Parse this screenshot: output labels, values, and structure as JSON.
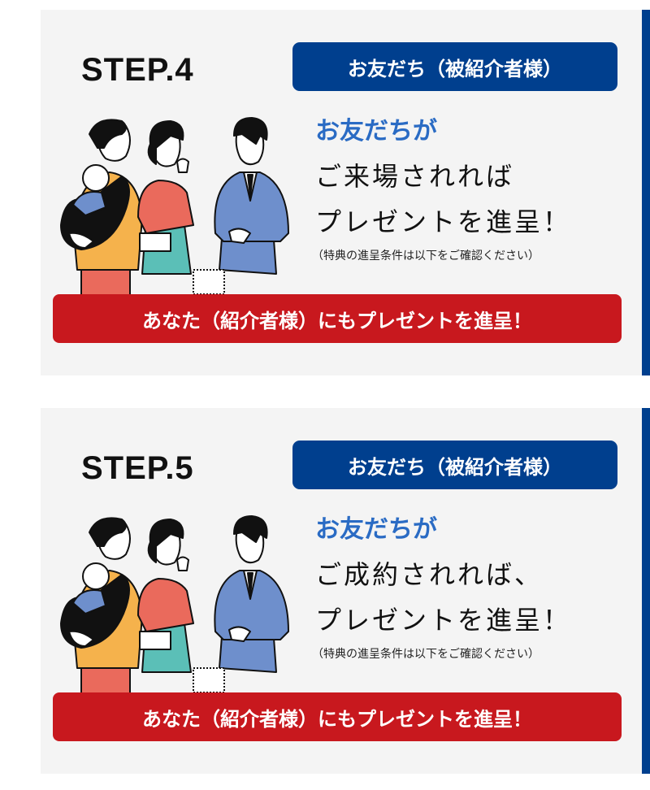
{
  "steps": [
    {
      "step_label": "STEP.4",
      "badge": "お友だち（被紹介者様）",
      "lead": "お友だちが",
      "line1": "ご来場されれば",
      "line2": "プレゼントを進呈！",
      "note": "（特典の進呈条件は以下をご確認ください）",
      "banner": "あなた（紹介者様）にもプレゼントを進呈！"
    },
    {
      "step_label": "STEP.5",
      "badge": "お友だち（被紹介者様）",
      "lead": "お友だちが",
      "line1": "ご成約されれば、",
      "line2": "プレゼントを進呈！",
      "note": "（特典の進呈条件は以下をご確認ください）",
      "banner": "あなた（紹介者様）にもプレゼントを進呈！"
    }
  ],
  "colors": {
    "navy": "#003f8e",
    "blue_text": "#2a6bc4",
    "red": "#c8181e",
    "card_bg": "#f4f4f4"
  }
}
